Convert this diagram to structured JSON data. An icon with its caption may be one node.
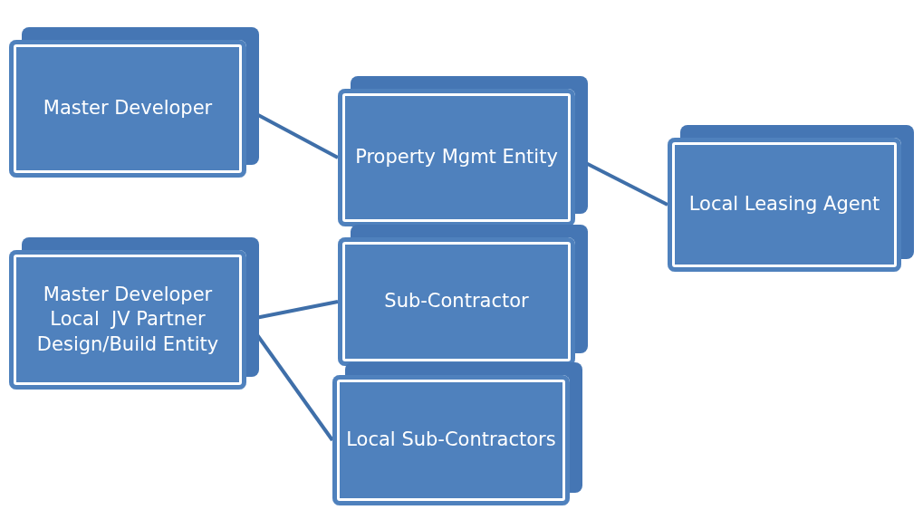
{
  "diagram": {
    "nodes": [
      {
        "text": [
          "Master Developer"
        ]
      },
      {
        "text": [
          "Property Mgmt Entity"
        ]
      },
      {
        "text": [
          "Local Leasing Agent"
        ]
      },
      {
        "text": [
          "Master Developer",
          "Local  JV Partner",
          "Design/Build Entity"
        ]
      },
      {
        "text": [
          "Sub-Contractor"
        ]
      },
      {
        "text": [
          "Local Sub-Contractors"
        ]
      }
    ],
    "edges": [
      {
        "from": 0,
        "to": 1,
        "arrow": "none"
      },
      {
        "from": 1,
        "to": 2,
        "arrow": "none"
      },
      {
        "from": 3,
        "to": 4,
        "arrow": "none"
      },
      {
        "from": 3,
        "to": 5,
        "arrow": "none"
      }
    ]
  }
}
